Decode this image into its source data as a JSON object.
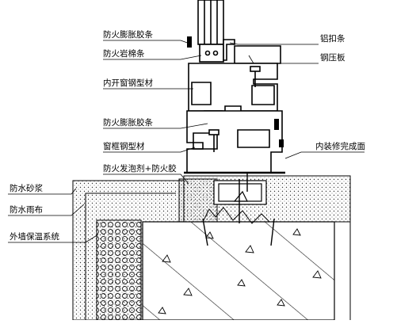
{
  "labels": {
    "fire_expansion_strip_top": "防火膨胀胶条",
    "fire_rock_wool_strip": "防火岩棉条",
    "inward_window_steel_profile": "内开窗钢型材",
    "fire_expansion_strip_lower": "防火膨胀胶条",
    "window_frame_steel_profile": "窗框钢型材",
    "fire_foam_and_fire_glue": "防火发泡剂+防火胶",
    "aluminum_cap_strip": "铝扣条",
    "steel_pressure_plate": "钢压板",
    "interior_finish_surface": "内装修完成面",
    "waterproof_mortar": "防水砂浆",
    "waterproof_rain_cloth": "防水雨布",
    "external_wall_insulation": "外墙保温系统"
  }
}
